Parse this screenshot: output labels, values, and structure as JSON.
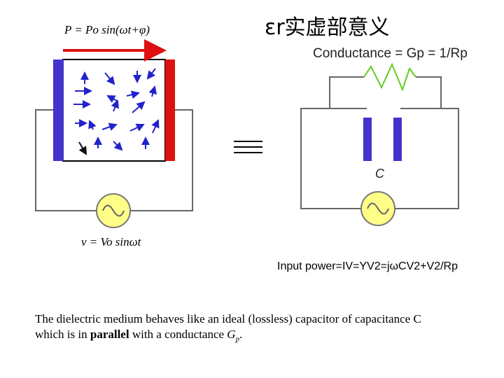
{
  "title": "εr实虚部意义",
  "left_circuit": {
    "polarization_formula": "P = Po sin(ωt+φ)",
    "voltage_formula": "v = Vo sinωt"
  },
  "right_circuit": {
    "conductance_formula": "Conductance = Gp = 1/Rp",
    "capacitor_label": "C"
  },
  "equivalence_symbol": "≡",
  "power_text": "Input power=IV=YV2=jωCV2+V2/Rp",
  "description": {
    "line1": "The dielectric medium behaves like an ideal (lossless) capacitor of capacitance C",
    "line2_prefix": "which is in ",
    "line2_bold": "parallel",
    "line2_mid": " with a conductance ",
    "line2_var": "G",
    "line2_sub": "p",
    "line2_end": "."
  },
  "colors": {
    "blue_plate": "#4433cc",
    "red_plate": "#dd1111",
    "arrow_blue": "#2222cc",
    "source_fill": "#ffff88",
    "resistor_green": "#66cc22",
    "wire": "#666666"
  }
}
